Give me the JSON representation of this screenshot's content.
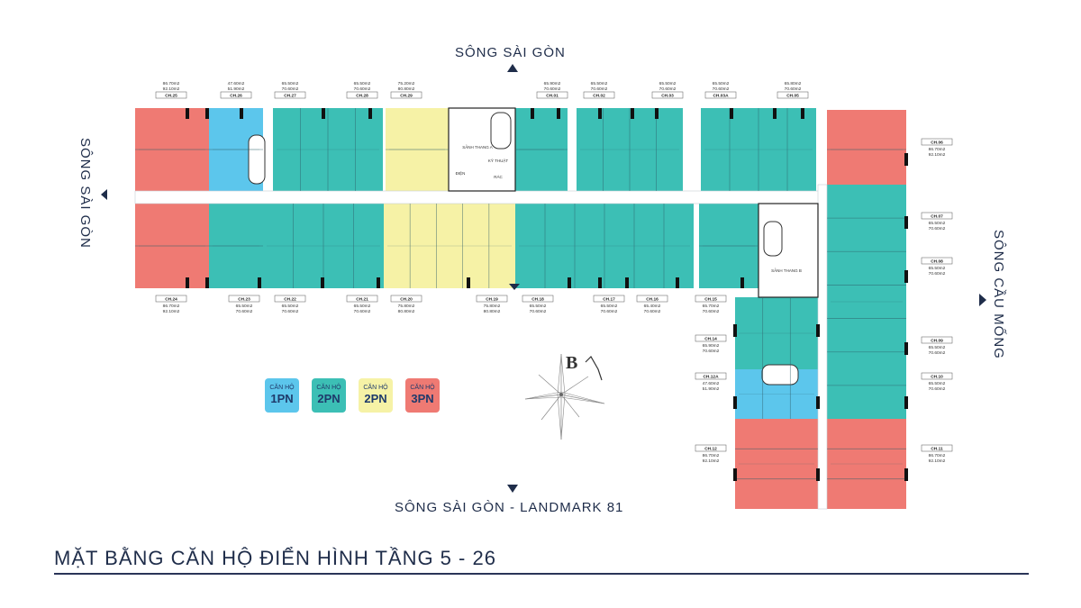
{
  "directions": {
    "top": "SÔNG SÀI GÒN",
    "bottom": "SÔNG SÀI GÒN - LANDMARK 81",
    "left": "SÔNG SÀI GÒN",
    "right": "SÔNG CẦU MỐNG"
  },
  "heading": "MẶT BẰNG CĂN HỘ ĐIỂN HÌNH TẦNG 5 - 26",
  "compass_letter": "B",
  "legend": [
    {
      "small": "CĂN HỘ",
      "large": "1PN",
      "color": "#5cc6ec"
    },
    {
      "small": "CĂN HỘ",
      "large": "2PN",
      "color": "#3cbfb5"
    },
    {
      "small": "CĂN HỘ",
      "large": "2PN",
      "color": "#f6f2a6"
    },
    {
      "small": "CĂN HỘ",
      "large": "3PN",
      "color": "#ef7a73"
    }
  ],
  "core_labels": {
    "stair_a": "SẢNH THANG A",
    "stair_b": "SẢNH THANG B",
    "tech": "KỸ THUẬT",
    "trash": "RÁC",
    "elev": "ĐIỆN"
  },
  "units": {
    "top": [
      {
        "code": "CH.25",
        "a": "86.70m2",
        "b": "92.10m2"
      },
      {
        "code": "CH.26",
        "a": "47.60m2",
        "b": "51.90m2"
      },
      {
        "code": "CH.27",
        "a": "65.50m2",
        "b": "70.60m2"
      },
      {
        "code": "CH.28",
        "a": "65.50m2",
        "b": "70.60m2"
      },
      {
        "code": "CH.29",
        "a": "75.20m2",
        "b": "80.80m2"
      },
      {
        "code": "CH.01",
        "a": "65.90m2",
        "b": "70.60m2"
      },
      {
        "code": "CH.02",
        "a": "65.50m2",
        "b": "70.60m2"
      },
      {
        "code": "CH.03",
        "a": "65.50m2",
        "b": "70.60m2"
      },
      {
        "code": "CH.03A",
        "a": "65.50m2",
        "b": "70.60m2"
      },
      {
        "code": "CH.05",
        "a": "65.80m2",
        "b": "70.60m2"
      }
    ],
    "bottom": [
      {
        "code": "CH.24",
        "a": "86.70m2",
        "b": "92.10m2"
      },
      {
        "code": "CH.23",
        "a": "65.50m2",
        "b": "70.60m2"
      },
      {
        "code": "CH.22",
        "a": "65.50m2",
        "b": "70.60m2"
      },
      {
        "code": "CH.21",
        "a": "65.50m2",
        "b": "70.60m2"
      },
      {
        "code": "CH.20",
        "a": "75.80m2",
        "b": "80.80m2"
      },
      {
        "code": "CH.19",
        "a": "75.80m2",
        "b": "80.80m2"
      },
      {
        "code": "CH.18",
        "a": "65.50m2",
        "b": "70.60m2"
      },
      {
        "code": "CH.17",
        "a": "65.50m2",
        "b": "70.60m2"
      },
      {
        "code": "CH.16",
        "a": "65.40m2",
        "b": "70.60m2"
      },
      {
        "code": "CH.15",
        "a": "65.70m2",
        "b": "70.60m2"
      }
    ],
    "left_wing": [
      {
        "code": "CH.14",
        "a": "65.90m2",
        "b": "70.60m2"
      },
      {
        "code": "CH.12A",
        "a": "47.60m2",
        "b": "51.90m2"
      },
      {
        "code": "CH.12",
        "a": "86.70m2",
        "b": "92.10m2"
      }
    ],
    "right_wing": [
      {
        "code": "CH.06",
        "a": "86.70m2",
        "b": "92.10m2"
      },
      {
        "code": "CH.07",
        "a": "65.50m2",
        "b": "70.60m2"
      },
      {
        "code": "CH.08",
        "a": "65.50m2",
        "b": "70.60m2"
      },
      {
        "code": "CH.09",
        "a": "65.50m2",
        "b": "70.60m2"
      },
      {
        "code": "CH.10",
        "a": "65.50m2",
        "b": "70.60m2"
      },
      {
        "code": "CH.11",
        "a": "86.70m2",
        "b": "92.10m2"
      }
    ]
  }
}
